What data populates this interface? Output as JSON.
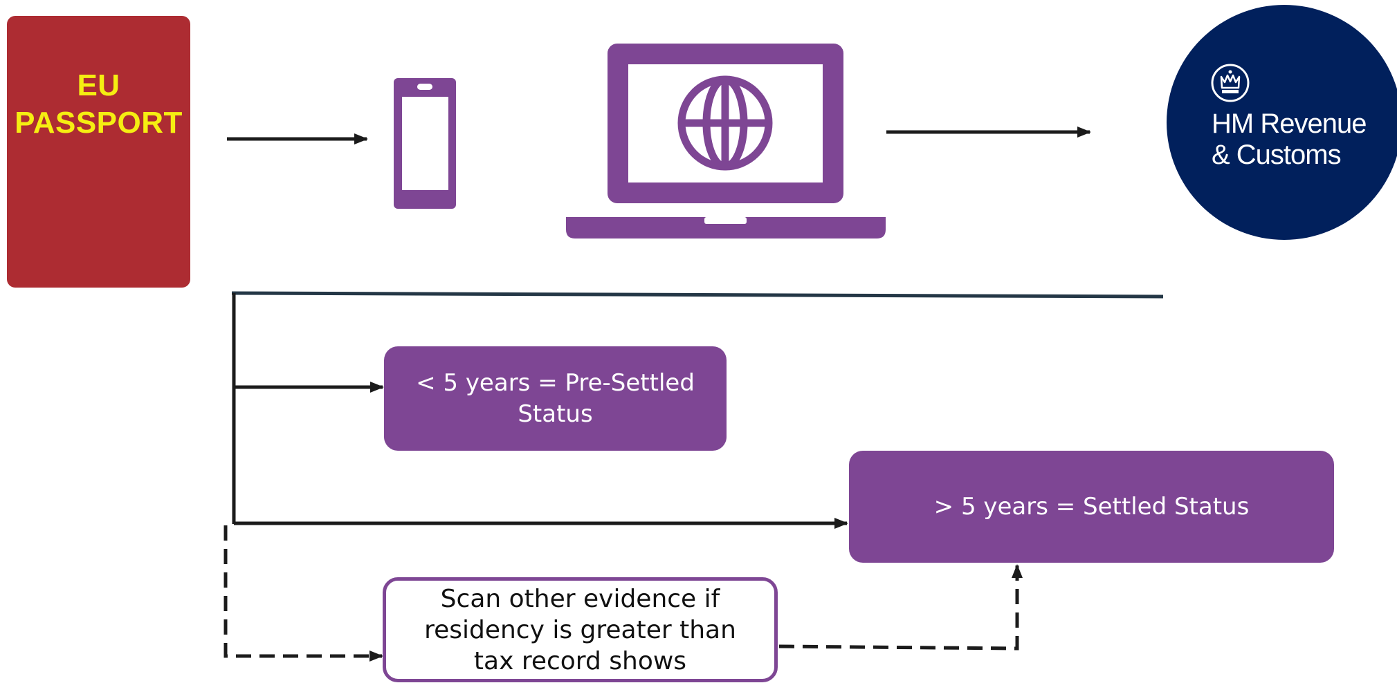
{
  "diagram": {
    "passport": {
      "title_line1": "EU",
      "title_line2": "PASSPORT",
      "color": "#ad2c32",
      "text_color": "#f5ee12"
    },
    "phone": {
      "icon": "smartphone-icon",
      "color": "#7e4694"
    },
    "laptop": {
      "icon": "laptop-globe-icon",
      "color": "#7e4694"
    },
    "hmrc": {
      "line1": "HM Revenue",
      "line2": "& Customs",
      "icon": "crown-icon",
      "color": "#01205c"
    },
    "nodes": {
      "pre_settled": "< 5 years = Pre-Settled Status",
      "settled": "> 5 years = Settled Status",
      "scan_evidence": "Scan other evidence if residency is greater than tax record shows"
    },
    "accent_color": "#7e4694"
  }
}
